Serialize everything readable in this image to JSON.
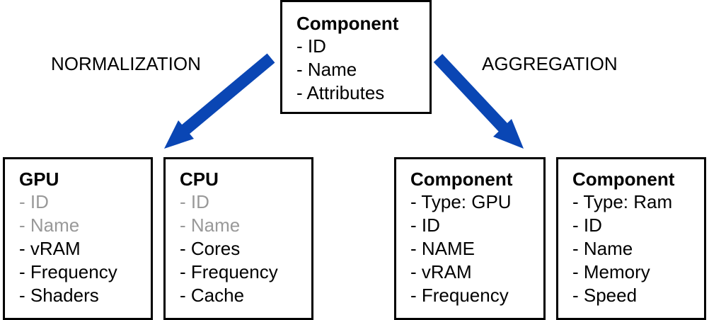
{
  "labels": {
    "left": "NORMALIZATION",
    "right": "AGGREGATION"
  },
  "colors": {
    "arrow": "#0a46b4",
    "inherited_text": "#999999"
  },
  "top_box": {
    "title": "Component",
    "items": [
      "- ID",
      "- Name",
      "- Attributes"
    ]
  },
  "gpu_box": {
    "title": "GPU",
    "items": [
      "- ID",
      "- Name",
      "- vRAM",
      "- Frequency",
      "- Shaders"
    ]
  },
  "cpu_box": {
    "title": "CPU",
    "items": [
      "- ID",
      "- Name",
      "- Cores",
      "- Frequency",
      "- Cache"
    ]
  },
  "agg_gpu_box": {
    "title": "Component",
    "items": [
      "- Type: GPU",
      "- ID",
      "- NAME",
      "- vRAM",
      "- Frequency"
    ]
  },
  "agg_ram_box": {
    "title": "Component",
    "items": [
      "- Type: Ram",
      "- ID",
      "- Name",
      "- Memory",
      "- Speed"
    ]
  }
}
